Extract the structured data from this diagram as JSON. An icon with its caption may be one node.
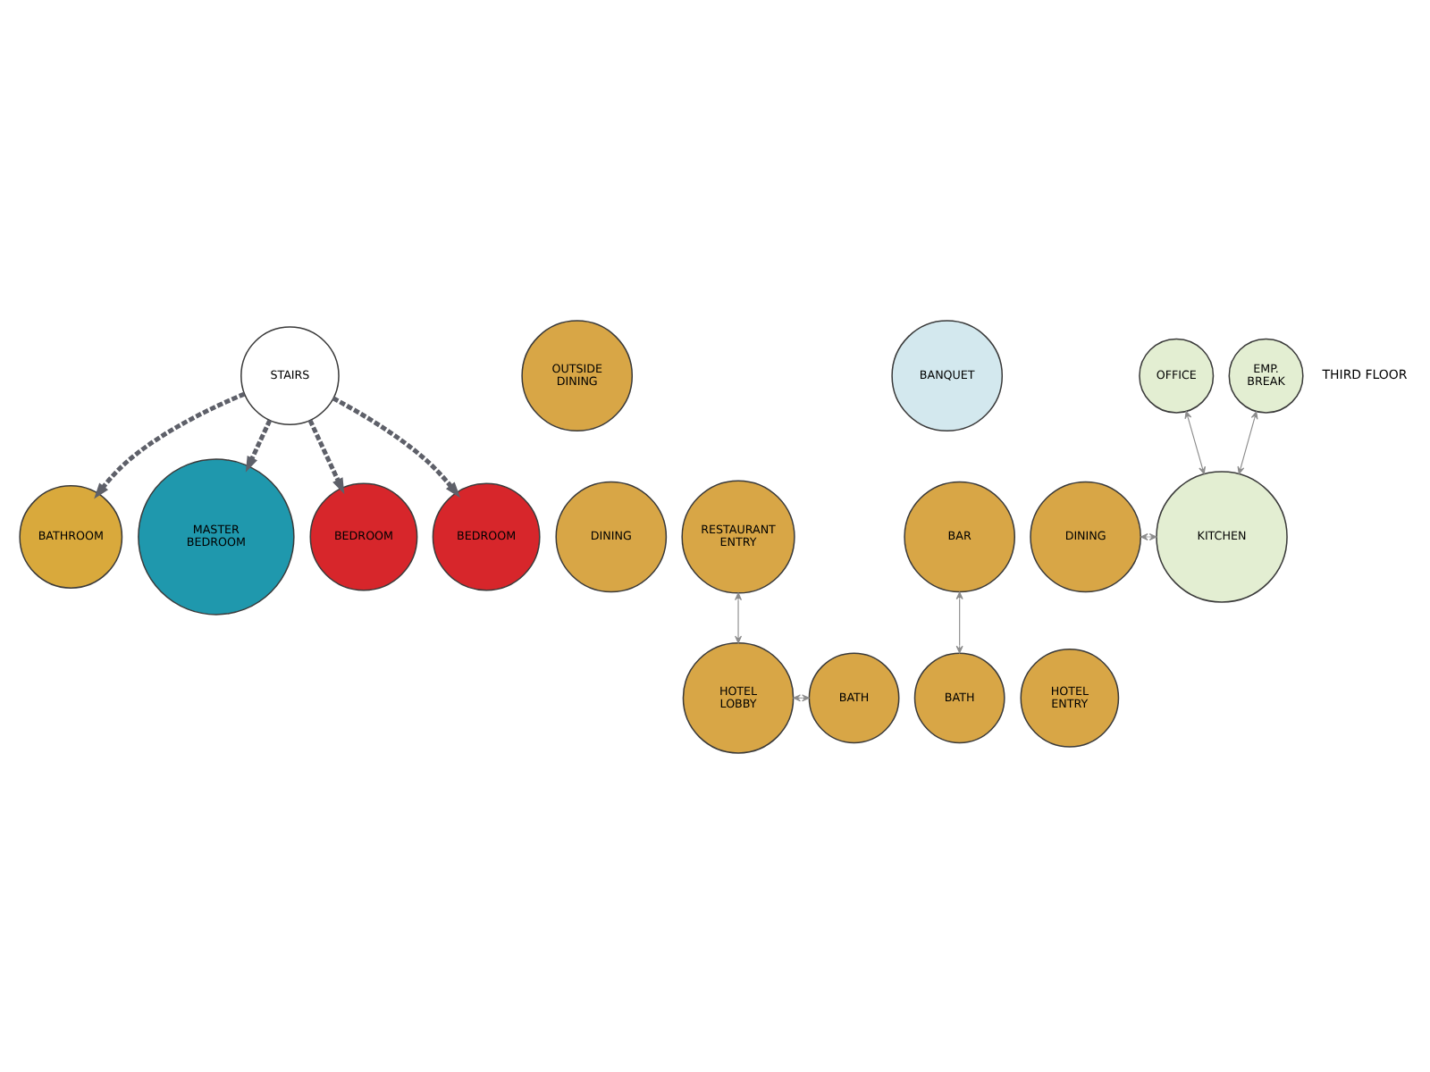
{
  "diagram": {
    "nodes": [
      {
        "text": [
          "BATHROOM"
        ]
      },
      {
        "text": [
          "STAIRS"
        ]
      },
      {
        "text": [
          "MASTER BEDROOM"
        ]
      },
      {
        "text": [
          "BEDROOM"
        ]
      },
      {
        "text": [
          "BEDROOM"
        ]
      },
      {
        "text": [
          "OUTSIDE DINING"
        ]
      },
      {
        "text": [
          "BANQUET"
        ]
      },
      {
        "text": [
          "OFFICE"
        ]
      },
      {
        "text": [
          "EMP. BREAK"
        ]
      },
      {
        "text": [
          "DINING"
        ]
      },
      {
        "text": [
          "DINING"
        ]
      },
      {
        "text": [
          "KITCHEN"
        ]
      },
      {
        "text": [
          "BAR"
        ]
      },
      {
        "text": [
          "RESTAURANT ENTRY"
        ]
      },
      {
        "text": [
          "BATH"
        ]
      },
      {
        "text": [
          "HOTEL LOBBY"
        ]
      },
      {
        "text": [
          "BATH"
        ]
      },
      {
        "text": [
          "HOTEL ENTRY"
        ]
      }
    ],
    "edges": [
      {
        "from": 1,
        "to": 0,
        "arrow": "to",
        "style": "dashed",
        "color": "#5e6069"
      },
      {
        "from": 1,
        "to": 2,
        "arrow": "to",
        "style": "dashed",
        "color": "#5e6069"
      },
      {
        "from": 1,
        "to": 4,
        "arrow": "to",
        "style": "dashed",
        "color": "#5e6069"
      },
      {
        "from": 1,
        "to": 3,
        "arrow": "to",
        "style": "dashed",
        "color": "#5e6069"
      },
      {
        "from": 7,
        "to": 11,
        "arrow": "both"
      },
      {
        "from": 8,
        "to": 11,
        "arrow": "both"
      },
      {
        "from": 10,
        "to": 11,
        "arrow": "both"
      },
      {
        "from": 12,
        "to": 14,
        "arrow": "both"
      },
      {
        "from": 13,
        "to": 15,
        "arrow": "both"
      },
      {
        "from": 15,
        "to": 16,
        "arrow": "both"
      }
    ],
    "labels": [
      "THIRD FLOOR"
    ]
  }
}
